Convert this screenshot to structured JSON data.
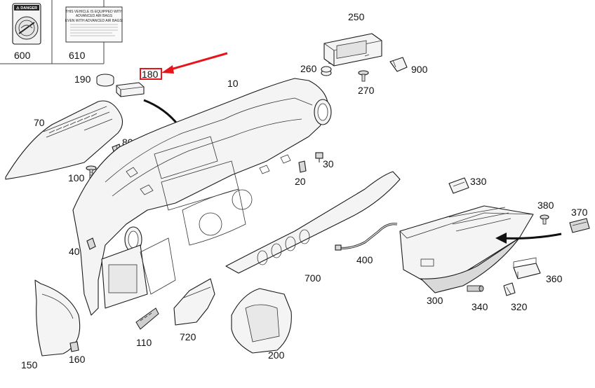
{
  "callouts": {
    "c10": "10",
    "c20": "20",
    "c30": "30",
    "c40": "40",
    "c70": "70",
    "c80": "80",
    "c100": "100",
    "c110": "110",
    "c150": "150",
    "c160": "160",
    "c180": "180",
    "c190": "190",
    "c200": "200",
    "c250": "250",
    "c260": "260",
    "c270": "270",
    "c300": "300",
    "c320": "320",
    "c330": "330",
    "c340": "340",
    "c360": "360",
    "c370": "370",
    "c380": "380",
    "c400": "400",
    "c600": "600",
    "c610": "610",
    "c700": "700",
    "c720": "720",
    "c900": "900"
  },
  "label610": {
    "line1": "THIS VEHICLE IS EQUIPPED WITH",
    "line2": "ADVANCED AIR BAGS",
    "line3": "EVEN WITH ADVANCED AIR BAGS:"
  },
  "label600": {
    "header": "⚠ DANGER"
  },
  "colors": {
    "highlight": "#e8141b",
    "line": "#1a1a1a",
    "fill": "#f4f4f4"
  }
}
